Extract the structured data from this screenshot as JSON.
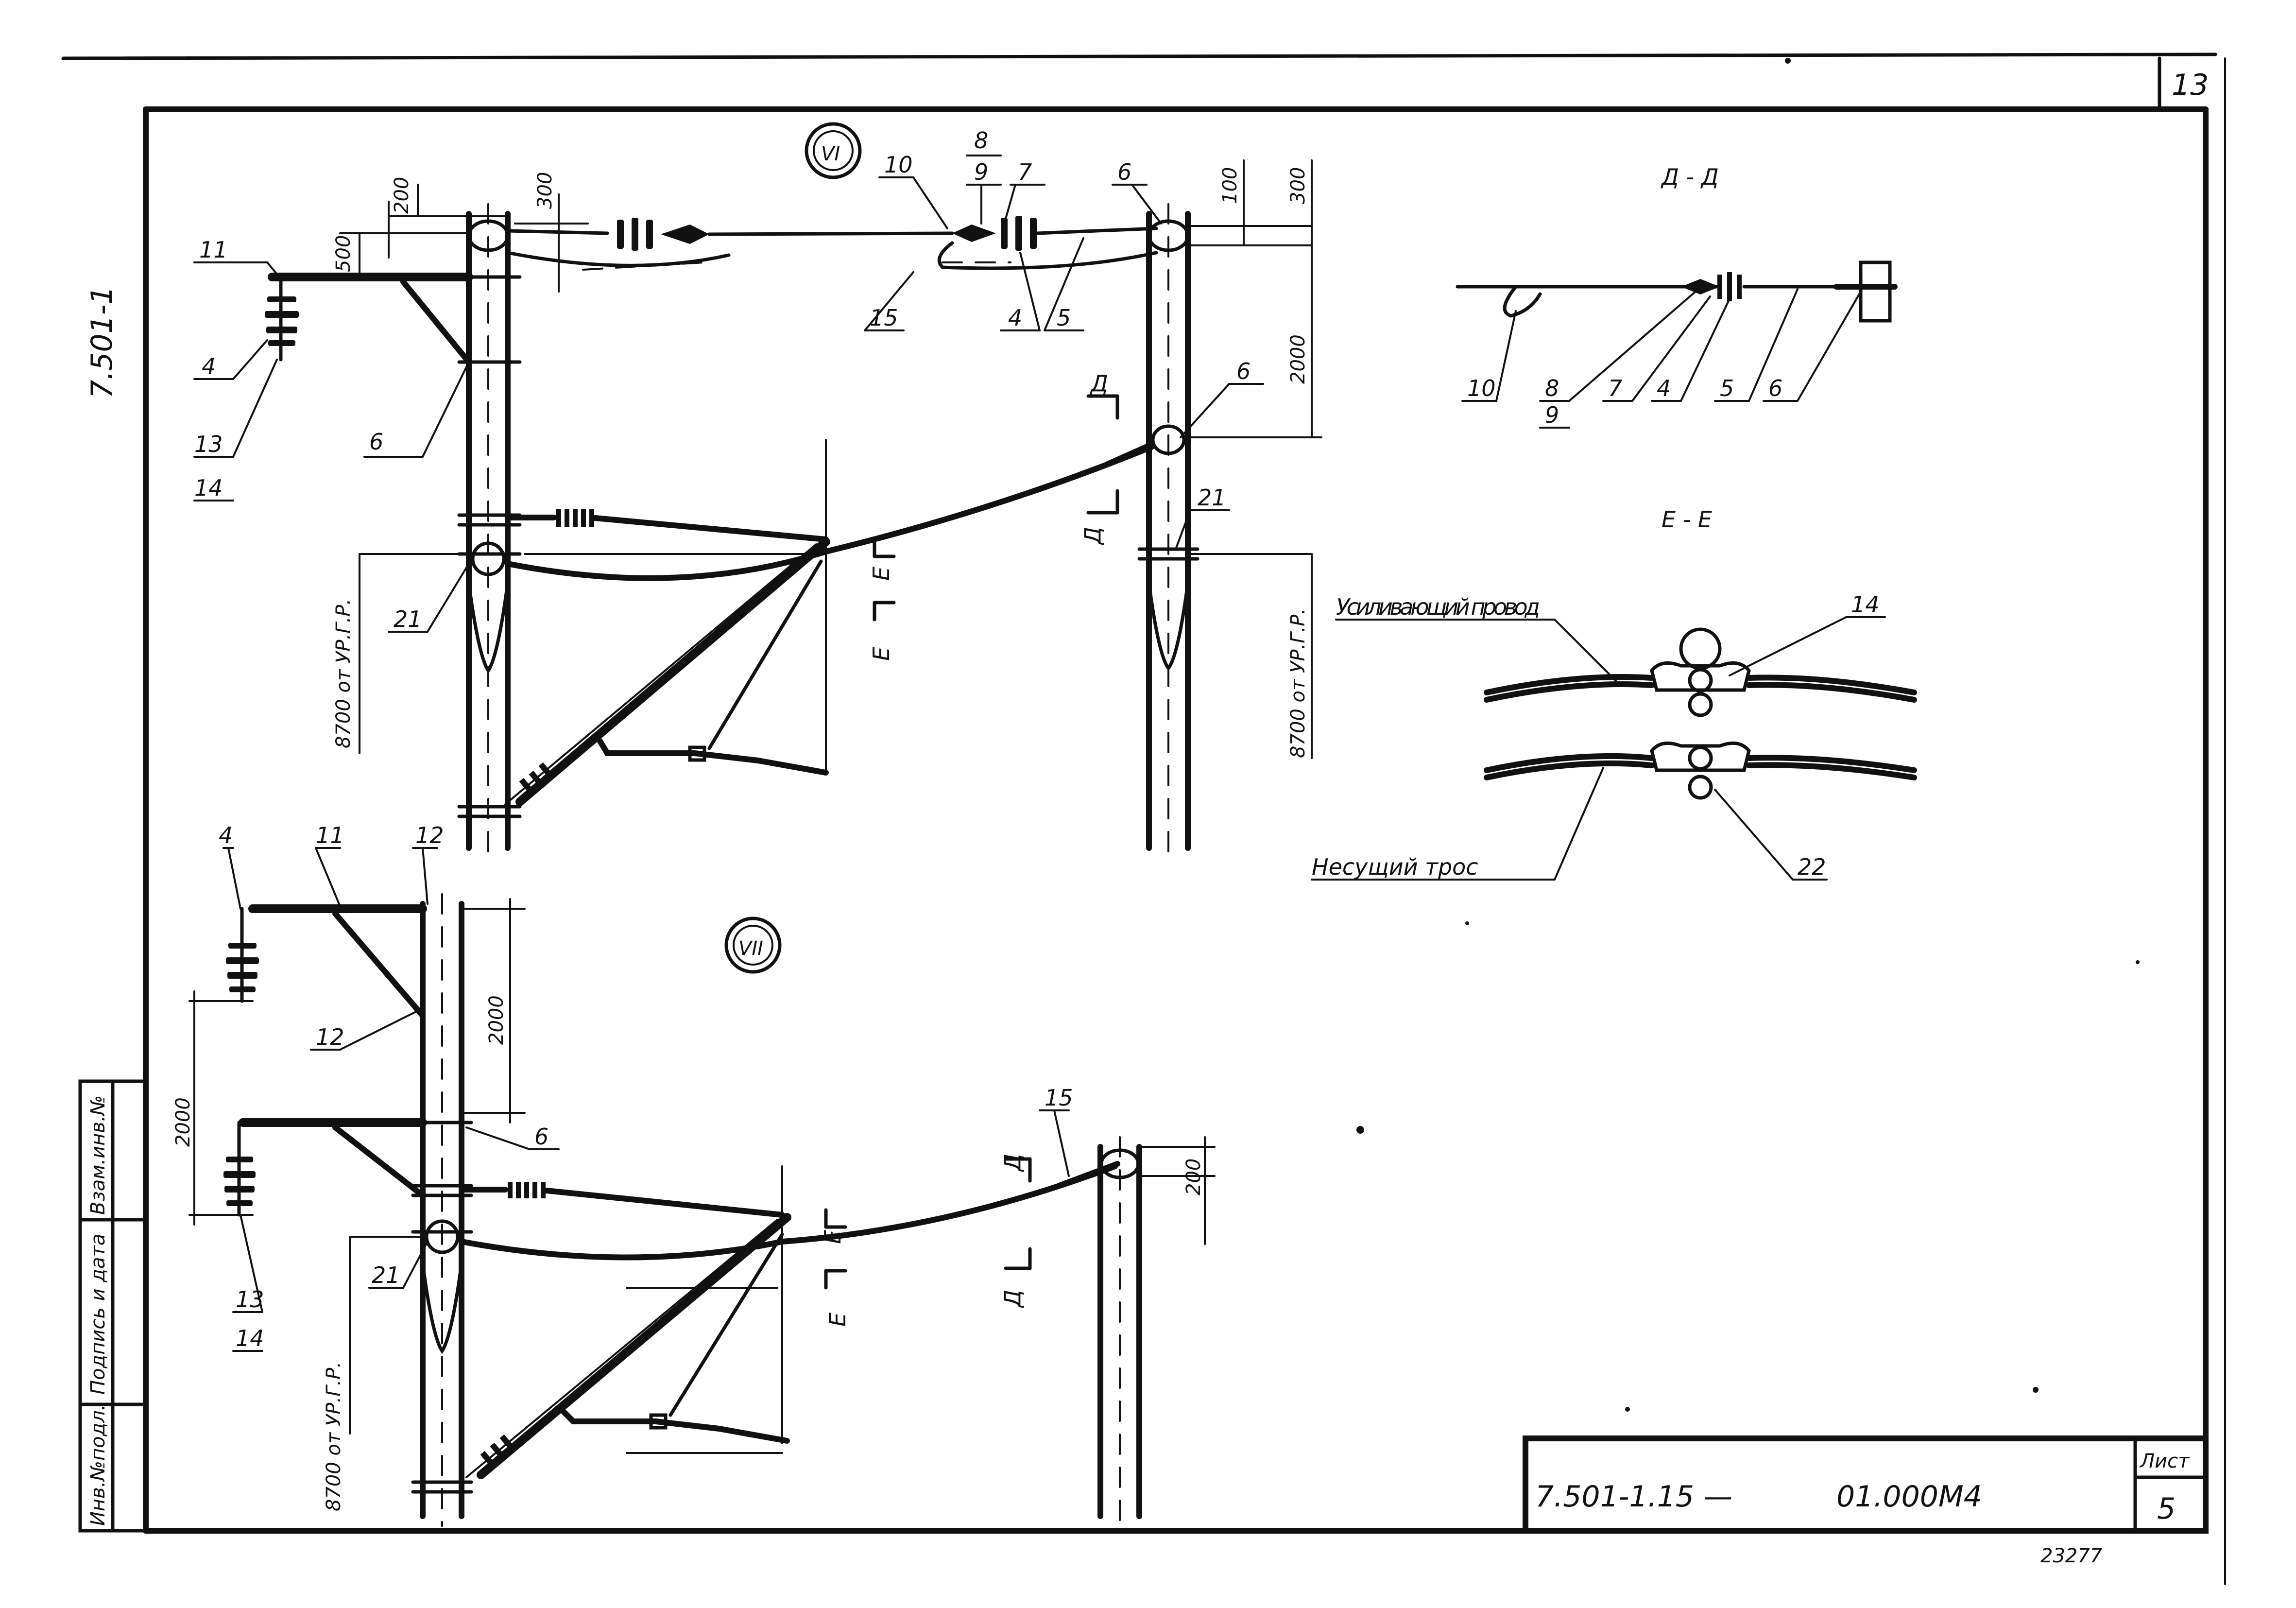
{
  "sheet": {
    "page_number": "13",
    "series_code": "7.501-1",
    "stamp_doc_code": "7.501-1.15 —",
    "stamp_doc_sub": "01.000М4",
    "stamp_sheet_label": "Лист",
    "stamp_sheet_no": "5",
    "inventory_no": "23277"
  },
  "side_columns": [
    "Инв.№подл.",
    "Подпись и дата",
    "Взам.инв.№"
  ],
  "views": {
    "view_6": "VI",
    "view_7": "VII",
    "section_d": "Д - Д",
    "section_e": "Е - Е",
    "cut_d": "Д",
    "cut_e": "Е"
  },
  "text_labels": {
    "reinforcing_wire": "Усиливающий провод",
    "messenger_cable": "Несущий трос",
    "height_note": "8700 от УР.Г.Р."
  },
  "dimensions": {
    "d200_top": "200",
    "d300_top_left": "300",
    "d500": "500",
    "d100": "100",
    "d300_top_right": "300",
    "d2000_right": "2000",
    "d2000_vii_pole": "2000",
    "d2000_vii_left": "2000",
    "d200_vii_right": "200"
  },
  "callouts": {
    "c4": "4",
    "c5": "5",
    "c6": "6",
    "c7": "7",
    "c8": "8",
    "c9": "9",
    "c10": "10",
    "c11": "11",
    "c12": "12",
    "c13": "13",
    "c14": "14",
    "c15": "15",
    "c21": "21",
    "c22": "22"
  }
}
